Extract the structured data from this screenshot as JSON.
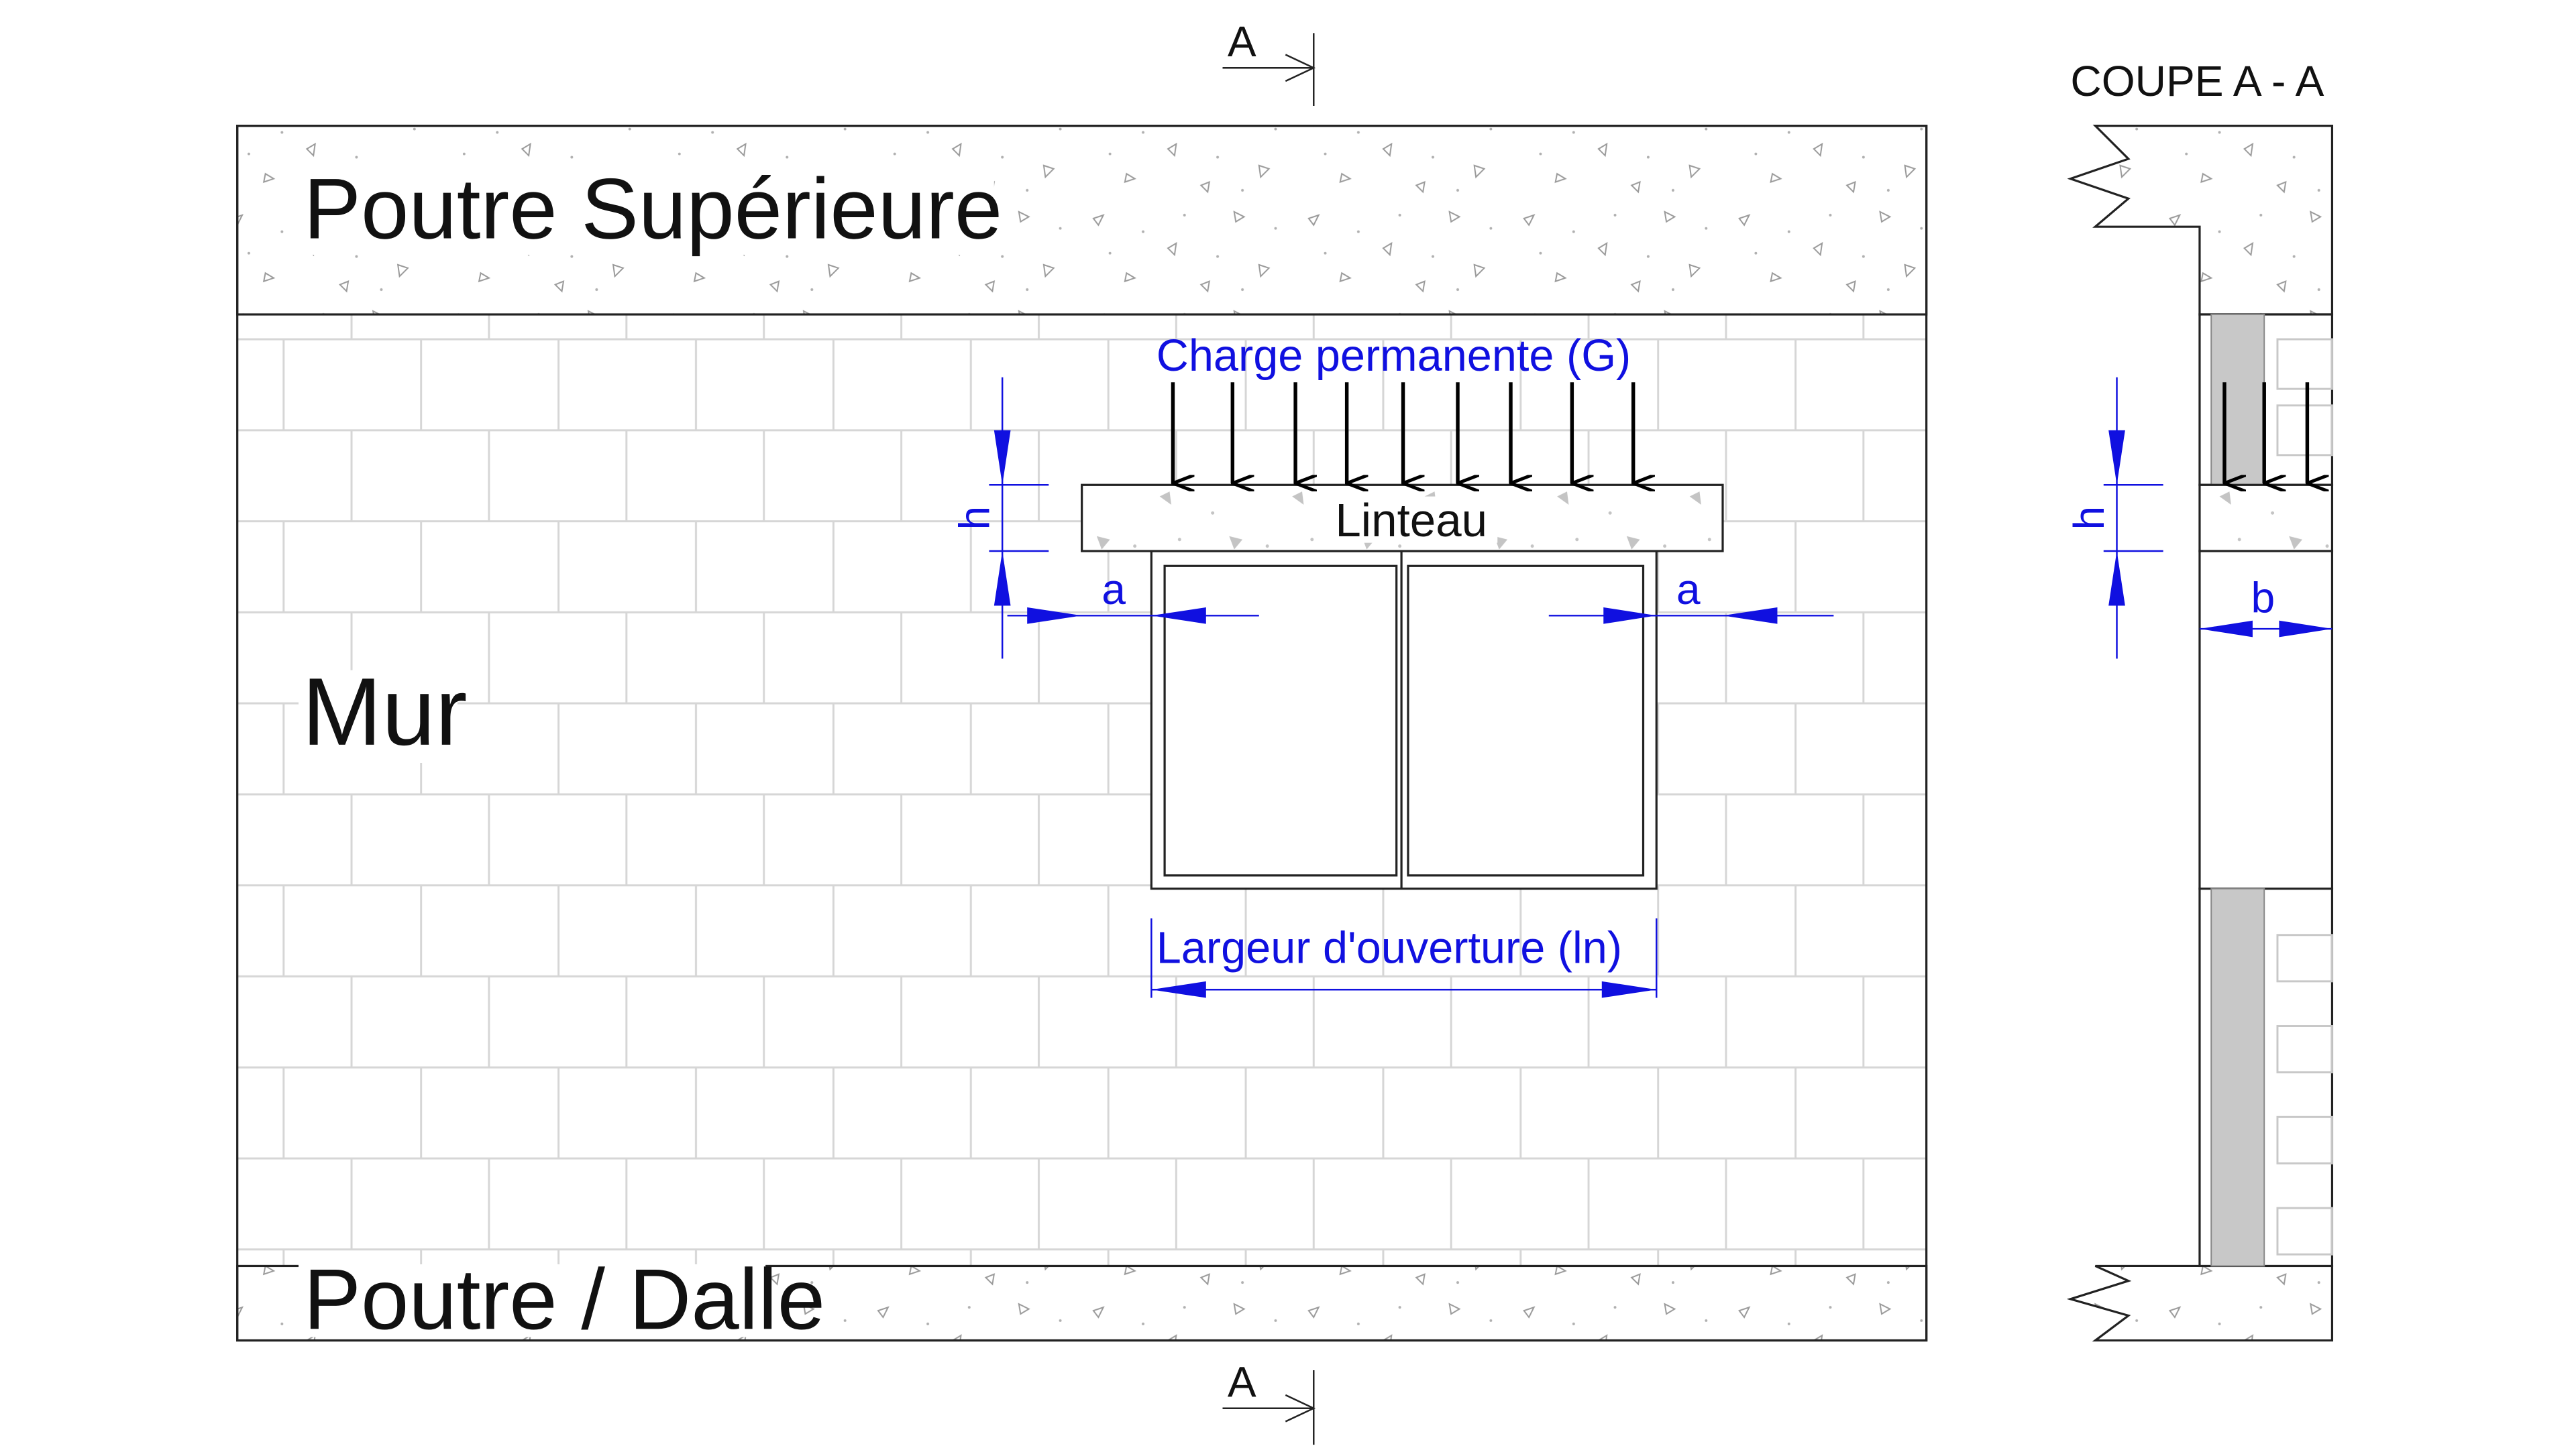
{
  "labels": {
    "upper_beam": "Poutre Supérieure",
    "wall": "Mur",
    "lower_beam": "Poutre / Dalle",
    "lintel": "Linteau",
    "permanent_load": "Charge permanente (G)",
    "opening_width": "Largeur d'ouverture (ln)",
    "section_title": "COUPE A - A",
    "section_marker_top": "A",
    "section_marker_bottom": "A"
  },
  "dimensions": {
    "height": "h",
    "bearing_left": "a",
    "bearing_right": "a",
    "width": "b",
    "section_height": "h"
  },
  "colors": {
    "dimension": "#1010e0",
    "lines": "#222222",
    "brick_joints": "#d6d6d6",
    "section_fill": "#c8c8c8"
  }
}
